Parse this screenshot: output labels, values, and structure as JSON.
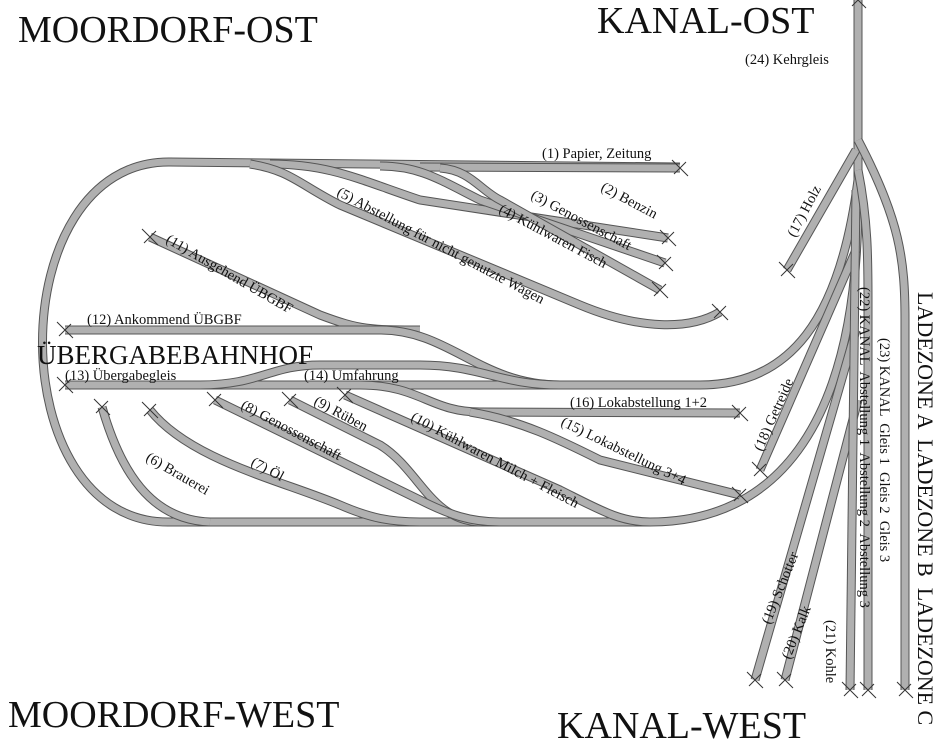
{
  "titles": {
    "moordorf_ost": "MOORDORF-OST",
    "kanal_ost": "KANAL-OST",
    "moordorf_west": "MOORDORF-WEST",
    "kanal_west": "KANAL-WEST",
    "uebergabebahnhof": "ÜBERGABEBAHNHOF",
    "ladezonen": "LADEZONE A  LADEZONE B  LADEZONE C"
  },
  "tracks": {
    "t1": "(1) Papier, Zeitung",
    "t2": "(2) Benzin",
    "t3": "(3) Genossenschaft",
    "t4": "(4) Kühlwaren Fisch",
    "t5": "(5) Abstellung für nicht genutzte Wagen",
    "t6": "(6) Brauerei",
    "t7": "(7) Öl",
    "t8": "(8) Genossenschaft",
    "t9": "(9) Rüben",
    "t10": "(10) Kühlwaren Milch + Fleisch",
    "t11": "(11) Ausgehend ÜBGBF",
    "t12": "(12) Ankommend ÜBGBF",
    "t13": "(13) Übergabegleis",
    "t14": "(14) Umfahrung",
    "t15": "(15) Lokabstellung 3+4",
    "t16": "(16) Lokabstellung 1+2",
    "t17": "(17) Holz",
    "t18": "(18) Getreide",
    "t19": "(19) Schotter",
    "t20": "(20) Kalk",
    "t21": "(21) Kohle",
    "t22": "(22) KANAL  Abstellung 1  Abstellung 2  Abstellung 3",
    "t23": "(23) KANAL  Gleis 1  Gleis 2  Gleis 3",
    "t24": "(24) Kehrgleis"
  },
  "colors": {
    "track": "#b0b0b0",
    "track_outline": "#555555"
  }
}
